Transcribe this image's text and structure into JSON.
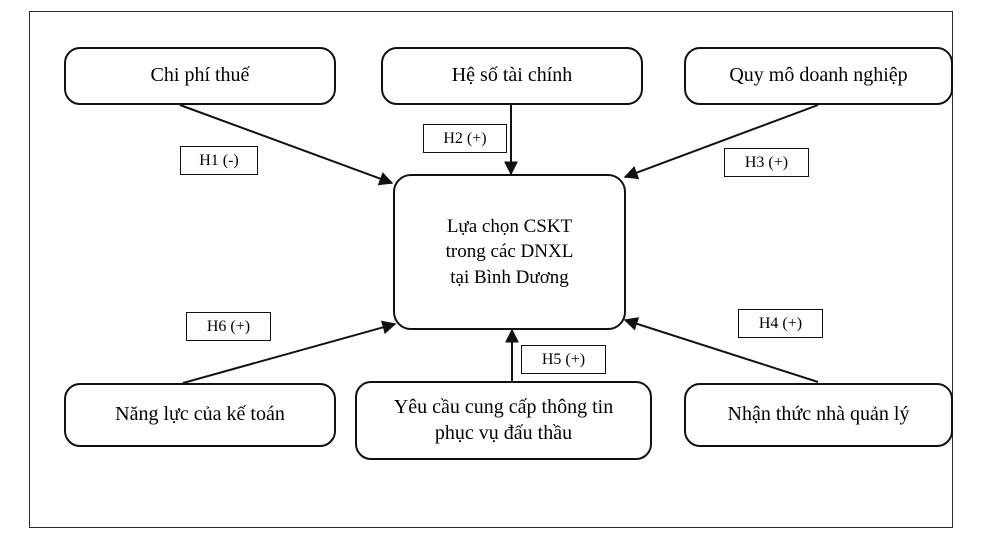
{
  "diagram": {
    "title_frame": true,
    "center_node": {
      "id": "center",
      "text": "Lựa chọn CSKT\ntrong các DNXL\ntại Bình Dương"
    },
    "nodes": [
      {
        "id": "tax-cost",
        "text": "Chi phí thuế"
      },
      {
        "id": "financial-ratio",
        "text": "Hệ số tài chính"
      },
      {
        "id": "firm-size",
        "text": "Quy mô doanh nghiệp"
      },
      {
        "id": "accountant-capacity",
        "text": "Năng lực của kế toán"
      },
      {
        "id": "bidding-info",
        "text": "Yêu cầu cung cấp thông tin\nphục vụ đấu thầu"
      },
      {
        "id": "manager-awareness",
        "text": "Nhận thức nhà quản lý"
      }
    ],
    "hypotheses": [
      {
        "id": "h1",
        "label": "H1 (-)"
      },
      {
        "id": "h2",
        "label": "H2 (+)"
      },
      {
        "id": "h3",
        "label": "H3 (+)"
      },
      {
        "id": "h4",
        "label": "H4 (+)"
      },
      {
        "id": "h5",
        "label": "H5 (+)"
      },
      {
        "id": "h6",
        "label": "H6 (+)"
      }
    ],
    "colors": {
      "stroke": "#111111",
      "frame": "#2b2b2b",
      "background": "#ffffff",
      "text": "#000000"
    }
  }
}
